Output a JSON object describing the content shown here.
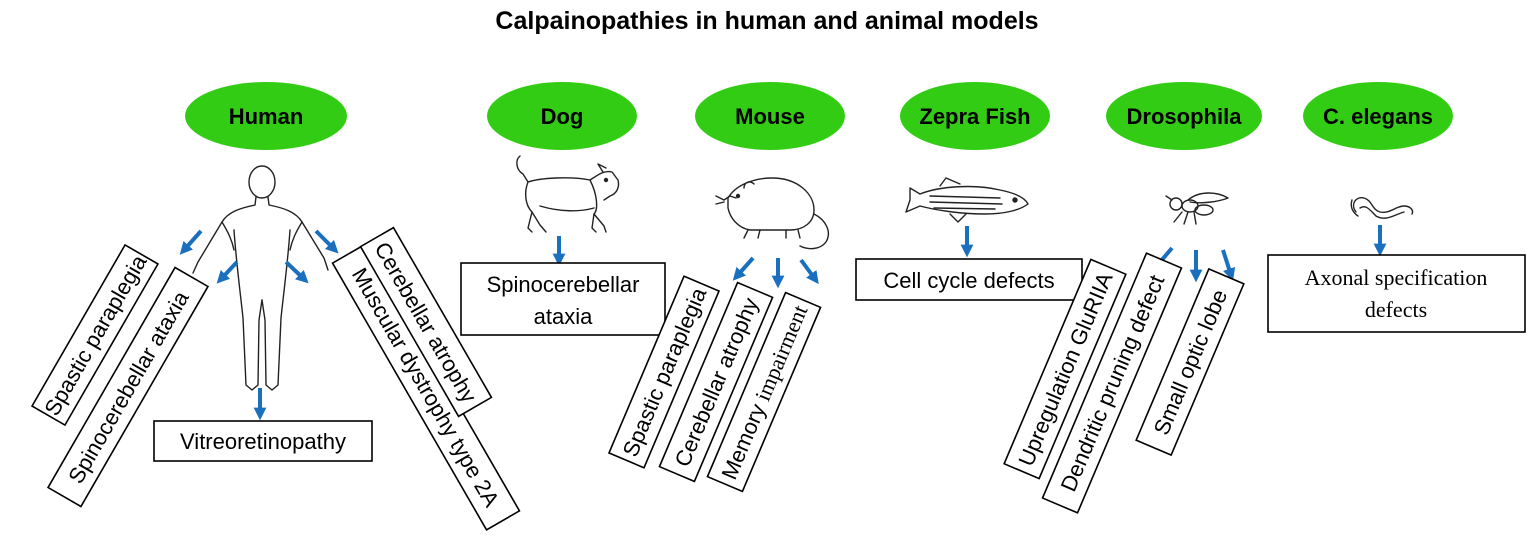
{
  "title": "Calpainopathies in human and animal models",
  "organisms": {
    "human": "Human",
    "dog": "Dog",
    "mouse": "Mouse",
    "zebrafish": "Zepra Fish",
    "drosophila": "Drosophila",
    "celegans": "C. elegans"
  },
  "phenotypes": {
    "human": {
      "spastic_paraplegia": "Spastic paraplegia",
      "spinocerebellar_ataxia": "Spinocerebellar ataxia",
      "vitreoretinopathy": "Vitreoretinopathy",
      "muscular_dystrophy": "Muscular dystrophy type 2A",
      "cerebellar_atrophy": "Cerebellar atrophy"
    },
    "dog": {
      "line1": "Spinocerebellar",
      "line2": "ataxia"
    },
    "mouse": {
      "spastic_paraplegia": "Spastic paraplegia",
      "cerebellar_atrophy": "Cerebellar atrophy",
      "memory_word": "Memory",
      "impairment_word": "impairment"
    },
    "zebrafish": {
      "cell_cycle": "Cell cycle defects"
    },
    "drosophila": {
      "upregulation": "Upregulation GluRIIA",
      "dendritic": "Dendritic pruning defect",
      "optic_lobe": "Small optic lobe"
    },
    "celegans": {
      "line1": "Axonal specification",
      "line2": "defects"
    }
  },
  "colors": {
    "oval_green": "#33cc14",
    "arrow_blue": "#1a6fbf"
  },
  "icons": {
    "human": "human-outline-icon",
    "dog": "dog-sketch-icon",
    "mouse": "mouse-sketch-icon",
    "zebrafish": "zebrafish-sketch-icon",
    "drosophila": "fly-sketch-icon",
    "celegans": "worm-sketch-icon"
  }
}
